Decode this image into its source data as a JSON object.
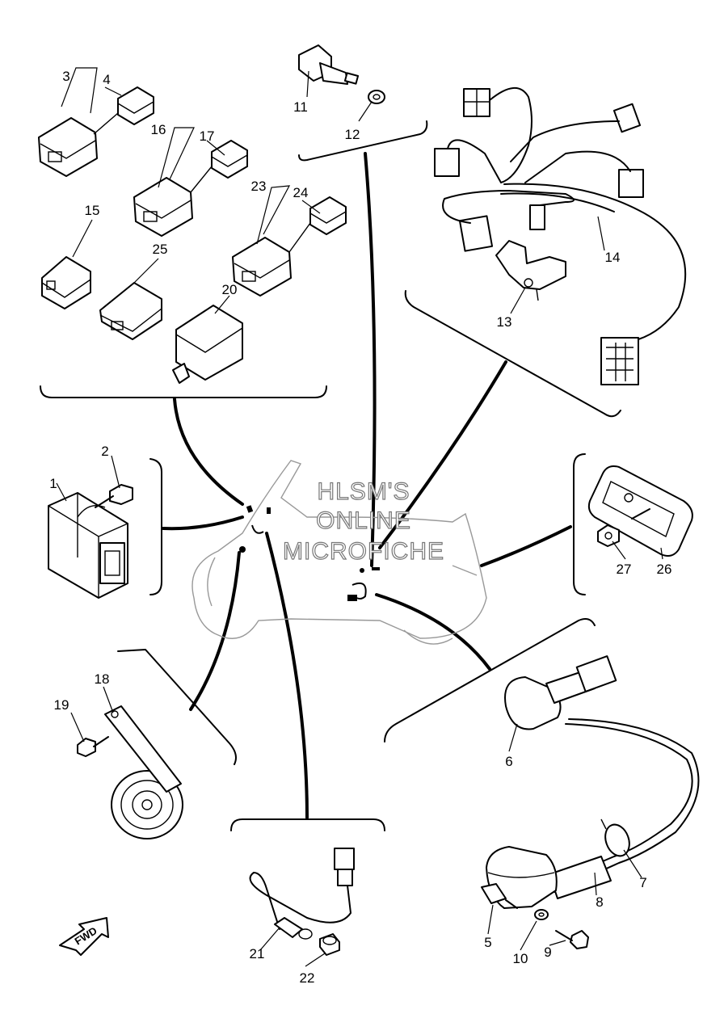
{
  "watermark": {
    "line1": "HLSM'S",
    "line2": "ONLINE",
    "line3": "MICROFICHE"
  },
  "fwd_label": "FWD",
  "callouts": {
    "c1": "1",
    "c2": "2",
    "c3": "3",
    "c4": "4",
    "c5": "5",
    "c6": "6",
    "c7": "7",
    "c8": "8",
    "c9": "9",
    "c10": "10",
    "c11": "11",
    "c12": "12",
    "c13": "13",
    "c14": "14",
    "c15": "15",
    "c16": "16",
    "c17": "17",
    "c18": "18",
    "c19": "19",
    "c20": "20",
    "c21": "21",
    "c22": "22",
    "c23": "23",
    "c24": "24",
    "c25": "25",
    "c26": "26",
    "c27": "27"
  }
}
